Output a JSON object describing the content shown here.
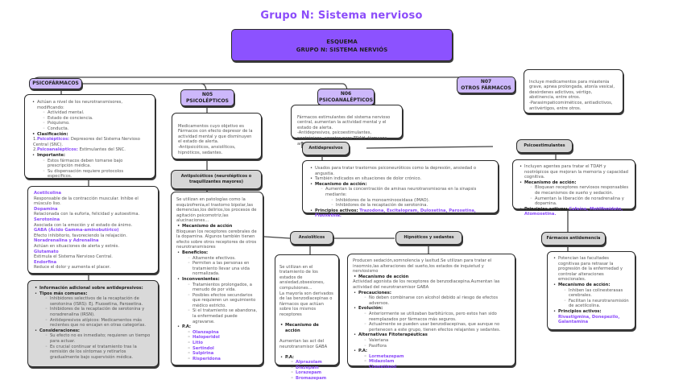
{
  "title": "Grupo N: Sistema nervioso",
  "esquema": {
    "line1": "ESQUEMA",
    "line2": "GRUPO N: SISTEMA NERVIÓS"
  },
  "colors": {
    "accent": "#8c52ff",
    "pill": "#cdb8fb",
    "grey_pill": "#d6d6d6",
    "highlight_text": "#8c4dfa"
  },
  "psicofarmacos": {
    "label": "PSICOFÁRMACOS",
    "intro": "Actúan a nivel de los neurotransmisores, modificando:",
    "items": [
      "Actividad mental.",
      "Estado de conciencia.",
      "Psiquismo.",
      "Conducta."
    ],
    "clasificacion_label": "Clasificación:",
    "clas1_num": "1.",
    "clas1_name": "Psicolépticos:",
    "clas1_desc": " Depresores del Sistema Nervioso Central (SNC).",
    "clas2_num": "2.",
    "clas2_name": "Psicoanalépticos:",
    "clas2_desc": " Estimulantes del SNC.",
    "importante_label": "Importante:",
    "importante_items": [
      "Estos fármacos deben tomarse bajo prescripción médica.",
      "Su dispensación requiere protocolos específicos."
    ]
  },
  "neurotransmisores": [
    {
      "name": "Acetilcolina",
      "desc": "Responsable de la contracción muscular. Inhibe el músculo liso."
    },
    {
      "name": "Dopamina",
      "desc": "Relacionada con la euforia, felicidad y autoestima."
    },
    {
      "name": "Serotonina",
      "desc": "Asociada con la emoción y el estado de ánimo."
    },
    {
      "name": "GABA (Ácido Gamma-aminobutírico)",
      "desc": "Efecto inhibitorio, favoreciendo la relajación."
    },
    {
      "name": "Noradrenalina y Adrenalina",
      "desc": "Actúan en situaciones de alerta y estrés."
    },
    {
      "name": "Glutamato",
      "desc": "Estimula el Sistema Nervioso Central."
    },
    {
      "name": "Endorfina",
      "desc": "Reduce el dolor y aumenta el placer."
    }
  ],
  "info_antidepresivos": {
    "heading": "Información adicional sobre antidepresivos:",
    "tipos_label": "Tipos más comunes:",
    "tipos": [
      "Inhibidores selectivos de la recaptación de serotonina (ISRS): Ej. Fluoxetina, Paroxetina.",
      "Inhibidores de la recaptación de serotonina y noradrenalina (IRSN).",
      "Antidepresivos atípicos: Medicamentos más recientes que no encajan en otras categorías."
    ],
    "consideraciones_label": "Consideraciones:",
    "consideraciones": [
      "Su efecto no es inmediato; requieren un tiempo para actuar.",
      "Es crucial continuar el tratamiento tras la remisión de los síntomas y retirarlos gradualmente bajo supervisión médica."
    ]
  },
  "n05": {
    "label_line1": "N05",
    "label_line2": "PSICOLÉPTICOS",
    "desc": "Medicamentos cuyo objetivo es Fármacos con efecto depresor de la actividad mental y que disminuyen el estado de alerta.\n-Antipsicóticos, ansiolíticos, hipnóticos, sedantes."
  },
  "antipsicoticos": {
    "label": "Antipsicóticos (neurolépticos o traquilizantes mayores)",
    "intro": "Se utilizan en patologías como la esquizofrenia,el trastorno bipolar,las demencias,los delirios,los procesos de agitación psicomotriz,las alucinaciones...",
    "mecanismo_label": "Mecanismo de acción",
    "mecanismo": "Bloquean los receptores cerebrales de la dopamina. Algunos también tienen efecto sobre otros receptores de otros neurotransmisores",
    "beneficios_label": "Beneficios:",
    "beneficios": [
      "Altamente efectivos.",
      "Permiten a las personas en tratamiento llevar una vida normalizada."
    ],
    "inconvenientes_label": "Inconvenientes:",
    "inconvenientes": [
      "Tratamientos prolongados, a menudo de por vida.",
      "Posibles efectos secundarios que requieren un seguimiento médico estricto.",
      "Si el tratamiento se abandona, la enfermedad puede agravarse."
    ],
    "pa_label": "P.A:",
    "pa": [
      "Olanzapina",
      "Haloperidol",
      "Litio",
      "Sertindol",
      "Sulpirina",
      "Risperidona"
    ]
  },
  "ansioliticos": {
    "label": "Ansiolíticos",
    "intro": "Se utilizan en el tratamiento de los estados de ansiedad,obsesiones, compulsiones...\nLa mayoría son derivados de las benzodiacepinas o fármacos que actúan sobre los mismos receptores",
    "mecanismo_label": "Mecanismo de acción",
    "mecanismo": "Aumentan las act del neurotransmisor GABA",
    "pa_label": "P.A:",
    "pa": [
      "Alprazolam",
      "Diazepam",
      "Lorazepam",
      "Bromazepam"
    ]
  },
  "hipnoticos": {
    "label": "Hipnóticos y sedantes",
    "intro": "Producen sedación,somnolencia y laxitud.Se utilizan para tratar el insomnio,las alteraciones del sueño,los estados de inquietud y nerviosismo",
    "mecanismo_label": "Mecanismo de acción",
    "mecanismo": "Actividad agonista de los receptores de benzodiacepina.Aumentan las actividad del neurotransmisor GABA",
    "precauciones_label": "Precauciones:",
    "precauciones": [
      "No deben combinarse con alcohol debido al riesgo de efectos adversos."
    ],
    "evolucion_label": "Evolución:",
    "evolucion": [
      "Anteriormente se utilizaban barbitúricos, pero estos han sido reemplazados por fármacos más seguros.",
      "Actualmente se pueden usar benzodiacepinas, que aunque no pertenecen a este grupo, tienen efectos relajantes y sedantes."
    ],
    "alternativas_label": "Alternativas Fitoterapéuticas",
    "alternativas": [
      "Valeriana",
      "Pasiflora"
    ],
    "pa_label": "P.A:",
    "pa": [
      "Lormetazepam",
      "Midazolam",
      "Clometiazol"
    ]
  },
  "n06": {
    "label_line1": "N06",
    "label_line2": "PSICOANALÉPTICOS",
    "desc": "Fármacos estimulantes del sistema nervioso central, aumentan la actividad mental y el estado de alerta.\n-Antidepresivos, psicoestimulantes, nootrópicos, agentes para TDAH, fármacos anti-dementia."
  },
  "antidepresivos": {
    "label": "Antidepresivos",
    "items": [
      "Usados para tratar trastornos psiconeuróticos como la depresión, ansiedad o angustia.",
      "También indicados en situaciones de dolor crónico."
    ],
    "mecanismo_label": "Mecanismo de acción:",
    "mecanismo_intro": "Aumentan la concentración de aminas neurotransmisoras en la sinapsis mediante:",
    "mecanismo_items": [
      "Inhibidores de la monoaminooxidasa (IMAO).",
      "Inhibidores de la recaptación de serotonina."
    ],
    "pa_label": "Principios activos:",
    "pa": "Trazodona, Escitalopram, Duloxetina, Paroxetina, Fluoxetina."
  },
  "psicoestimulantes": {
    "label": "Psicoestimulantes",
    "items": [
      "Incluyen agentes para tratar el TDAH y nootrópicos que mejoran la memoria y capacidad cognitiva."
    ],
    "mecanismo_label": "Mecanismo de acción:",
    "mecanismo": [
      "Bloquean receptores nerviosos responsables de mecanismos de sueño y sedación.",
      "Aumentan la liberación de noradrenalina y dopamina."
    ],
    "pa_label": "Principios activos:",
    "pa": "Cafeína, Metilfenidato, Atomoxetina."
  },
  "antidemencia": {
    "label": "Fármacos antidemencia",
    "items": [
      "Potencian las facultades cognitivas para retrasar la progresión de la enfermedad y controlar alteraciones emocionales."
    ],
    "mecanismo_label": "Mecanismo de acción:",
    "mecanismo": [
      "Inhiben las colinesterasas cerebrales.",
      "Facilitan la neurotransmisión de acetilcolina."
    ],
    "pa_label": "Principios activos:",
    "pa": "Rivastigmina, Donepezilo, Galantamina"
  },
  "n07": {
    "label_line1": "N07",
    "label_line2": "OTROS FÁRMACOS",
    "desc": "Incluye medicamentos para miastenia grave, apnea prolongada, atonía vesical, desórdenes adictivos, vértigo, abstinencia, entre otros.\n-Parasimpaticomiméticos, antiadictivos, antivértigos, entre otros."
  }
}
